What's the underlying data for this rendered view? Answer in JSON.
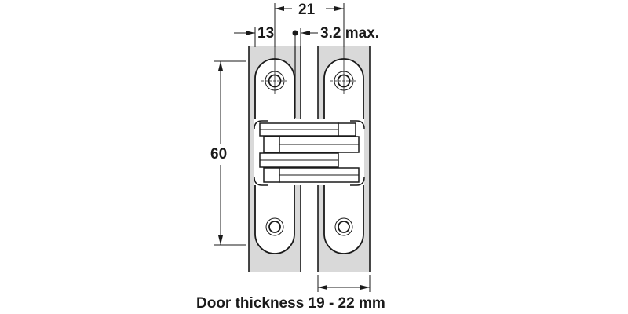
{
  "diagram": {
    "subject": "concealed-hinge-technical-drawing",
    "colors": {
      "line": "#1a1a1a",
      "door_fill": "#d9d9d9",
      "hinge_fill": "#ffffff",
      "background": "#ffffff"
    },
    "dimensions": {
      "width_13": "13",
      "width_21": "21",
      "gap": "3.2 max.",
      "height_60": "60"
    },
    "caption": "Door thickness 19 - 22 mm"
  }
}
